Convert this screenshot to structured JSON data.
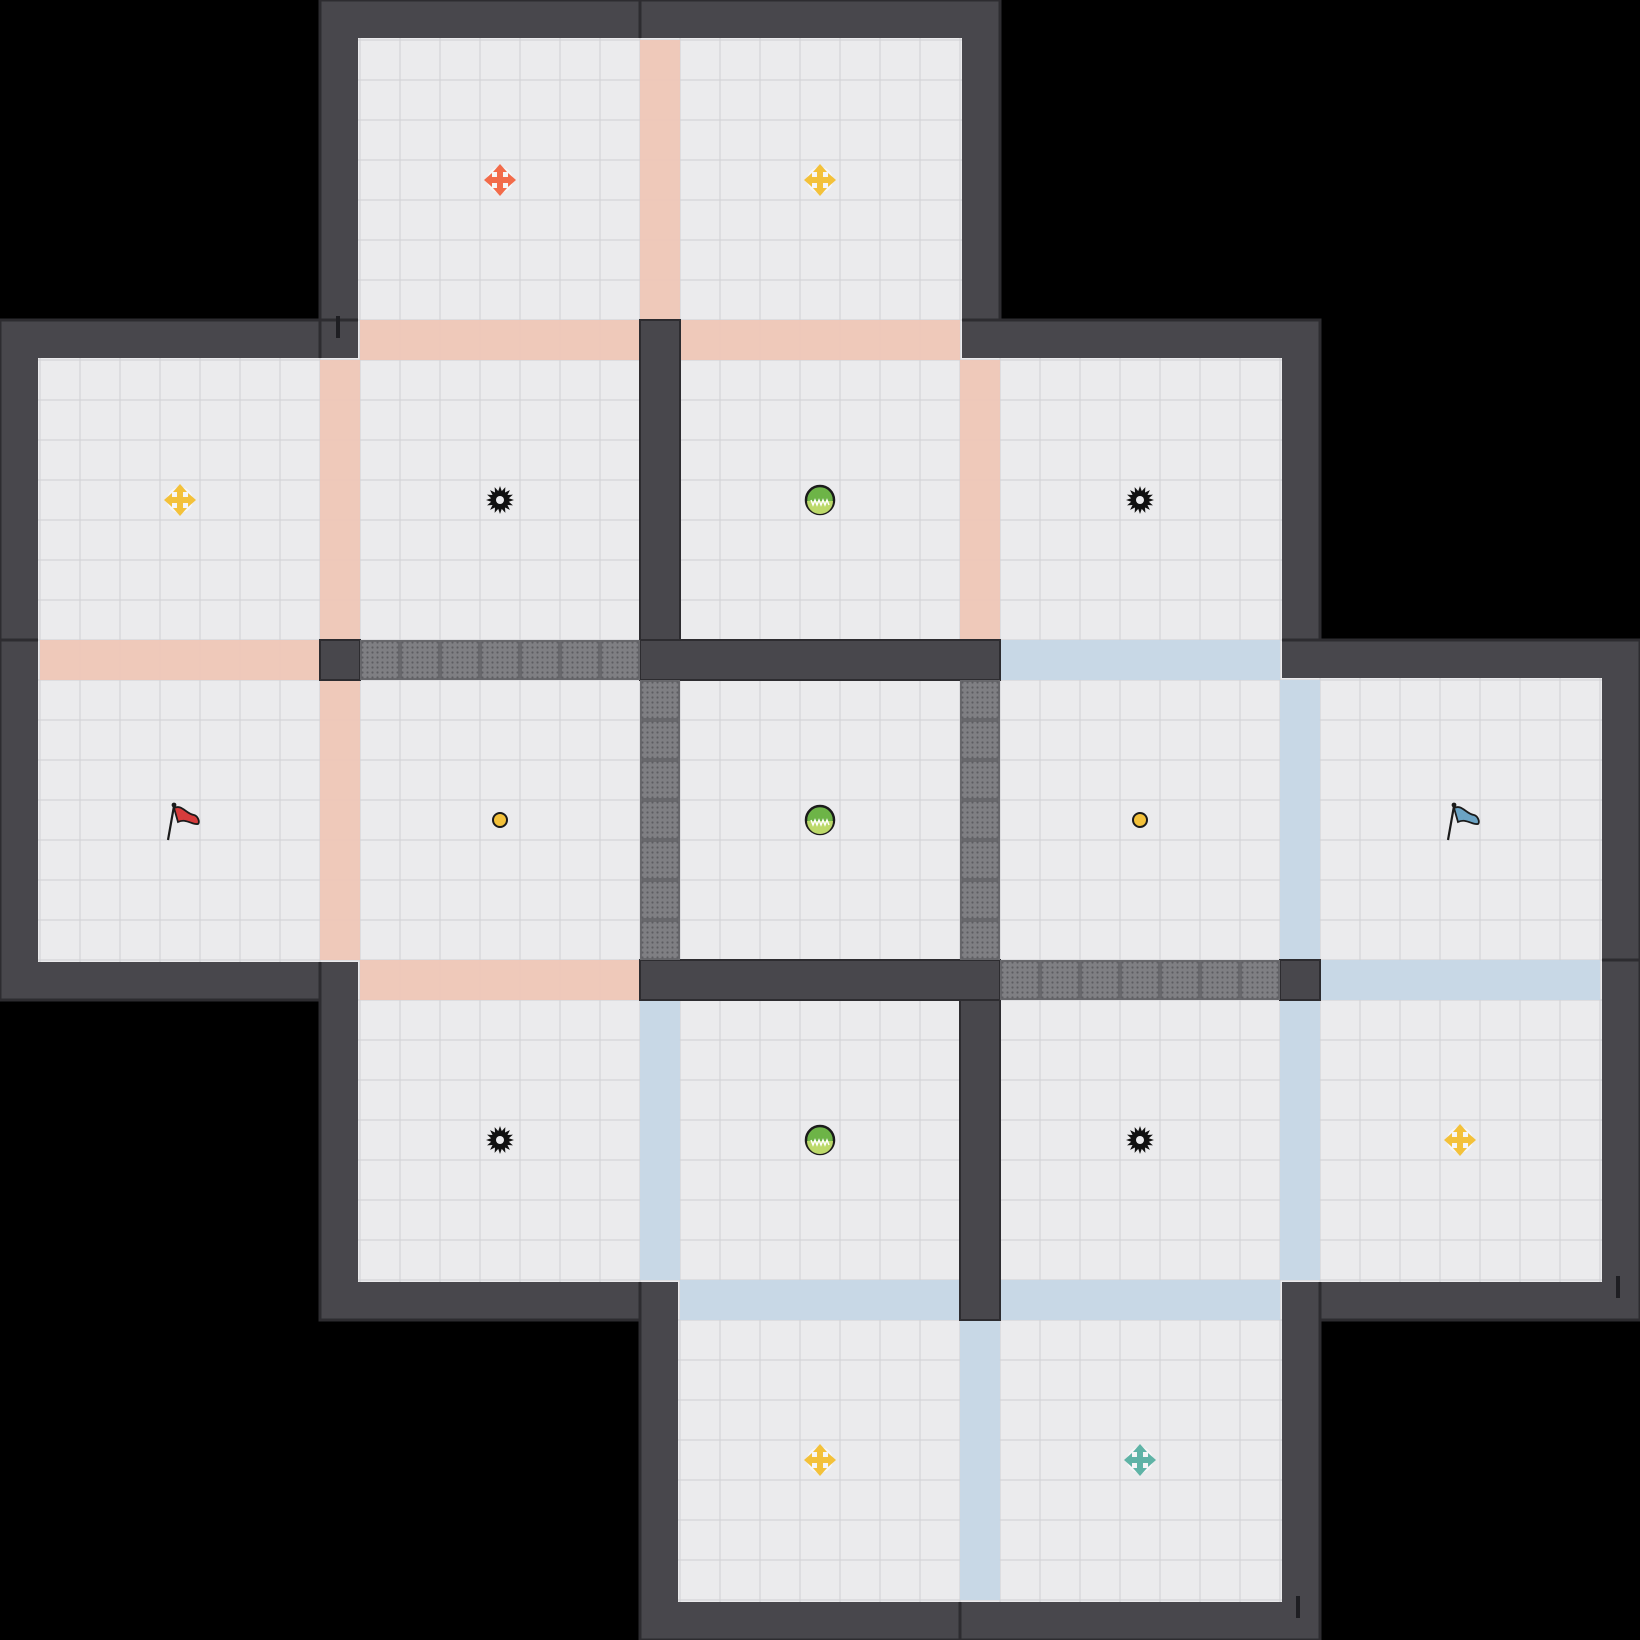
{
  "map": {
    "colors": {
      "background": "#000000",
      "wall": "#48474c",
      "wall_edge": "#2d2c30",
      "floor": "#ebebed",
      "grid_line": "#d3d3d7",
      "red_team_zone": "#efc7b7",
      "blue_team_zone": "#c6d7e6",
      "grate": "#7f7f83",
      "grate_dot": "#5d5d61"
    },
    "red_team": {
      "color": "#d63c3c",
      "flag": "flag-icon"
    },
    "blue_team": {
      "color": "#6ba3c4",
      "flag": "flag-icon"
    },
    "tiles": [
      {
        "name": "tile-b0",
        "kind": "open"
      },
      {
        "name": "tile-c0",
        "kind": "open"
      },
      {
        "name": "tile-a1",
        "kind": "open"
      },
      {
        "name": "tile-b1",
        "kind": "open"
      },
      {
        "name": "tile-c1",
        "kind": "open"
      },
      {
        "name": "tile-d1",
        "kind": "open"
      },
      {
        "name": "tile-a2",
        "kind": "open"
      },
      {
        "name": "tile-b2",
        "kind": "open"
      },
      {
        "name": "tile-c2",
        "kind": "open"
      },
      {
        "name": "tile-d2",
        "kind": "open"
      },
      {
        "name": "tile-e2",
        "kind": "open"
      },
      {
        "name": "tile-b3",
        "kind": "open"
      },
      {
        "name": "tile-c3",
        "kind": "open"
      },
      {
        "name": "tile-d3",
        "kind": "open"
      },
      {
        "name": "tile-e3",
        "kind": "open"
      },
      {
        "name": "tile-c4",
        "kind": "open"
      },
      {
        "name": "tile-d4",
        "kind": "open"
      }
    ],
    "items": [
      {
        "name": "orange-boost-icon",
        "type": "boost",
        "color": "#f26b4a"
      },
      {
        "name": "yellow-boost-icon",
        "type": "boost",
        "color": "#f3c13a"
      },
      {
        "name": "yellow-boost-icon",
        "type": "boost",
        "color": "#f3c13a"
      },
      {
        "name": "spike-icon",
        "type": "spike",
        "color": "#111111"
      },
      {
        "name": "green-gate-icon",
        "type": "gate",
        "color": "#6db447"
      },
      {
        "name": "spike-icon",
        "type": "spike",
        "color": "#111111"
      },
      {
        "name": "red-flag-icon",
        "type": "flag",
        "color": "#d63c3c"
      },
      {
        "name": "yellow-dot-icon",
        "type": "dot",
        "color": "#f3c13a"
      },
      {
        "name": "green-gate-icon",
        "type": "gate",
        "color": "#6db447"
      },
      {
        "name": "yellow-dot-icon",
        "type": "dot",
        "color": "#f3c13a"
      },
      {
        "name": "blue-flag-icon",
        "type": "flag",
        "color": "#6ba3c4"
      },
      {
        "name": "spike-icon",
        "type": "spike",
        "color": "#111111"
      },
      {
        "name": "green-gate-icon",
        "type": "gate",
        "color": "#6db447"
      },
      {
        "name": "spike-icon",
        "type": "spike",
        "color": "#111111"
      },
      {
        "name": "yellow-boost-icon",
        "type": "boost",
        "color": "#f3c13a"
      },
      {
        "name": "yellow-boost-icon",
        "type": "boost",
        "color": "#f3c13a"
      },
      {
        "name": "teal-boost-icon",
        "type": "boost",
        "color": "#5fb3a6"
      }
    ]
  }
}
